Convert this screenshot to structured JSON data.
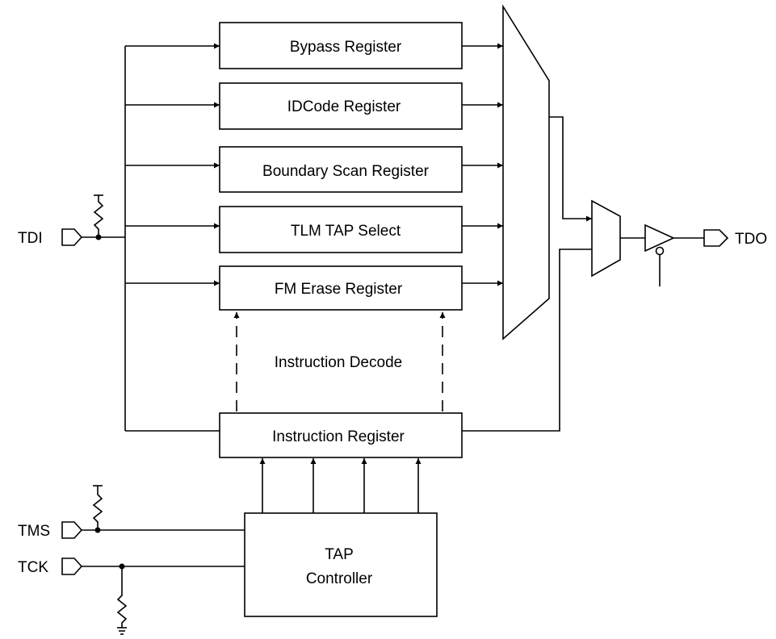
{
  "registers": [
    {
      "id": "bypass",
      "label": "Bypass Register"
    },
    {
      "id": "idcode",
      "label": "IDCode Register"
    },
    {
      "id": "boundary",
      "label": "Boundary Scan Register"
    },
    {
      "id": "tlm",
      "label": "TLM TAP Select"
    },
    {
      "id": "fm-erase",
      "label": "FM Erase Register"
    }
  ],
  "instruction_decode_label": "Instruction Decode",
  "instruction_register_label": "Instruction Register",
  "tap_controller": {
    "line1": "TAP",
    "line2": "Controller"
  },
  "pins": {
    "tdi": "TDI",
    "tdo": "TDO",
    "tms": "TMS",
    "tck": "TCK"
  }
}
